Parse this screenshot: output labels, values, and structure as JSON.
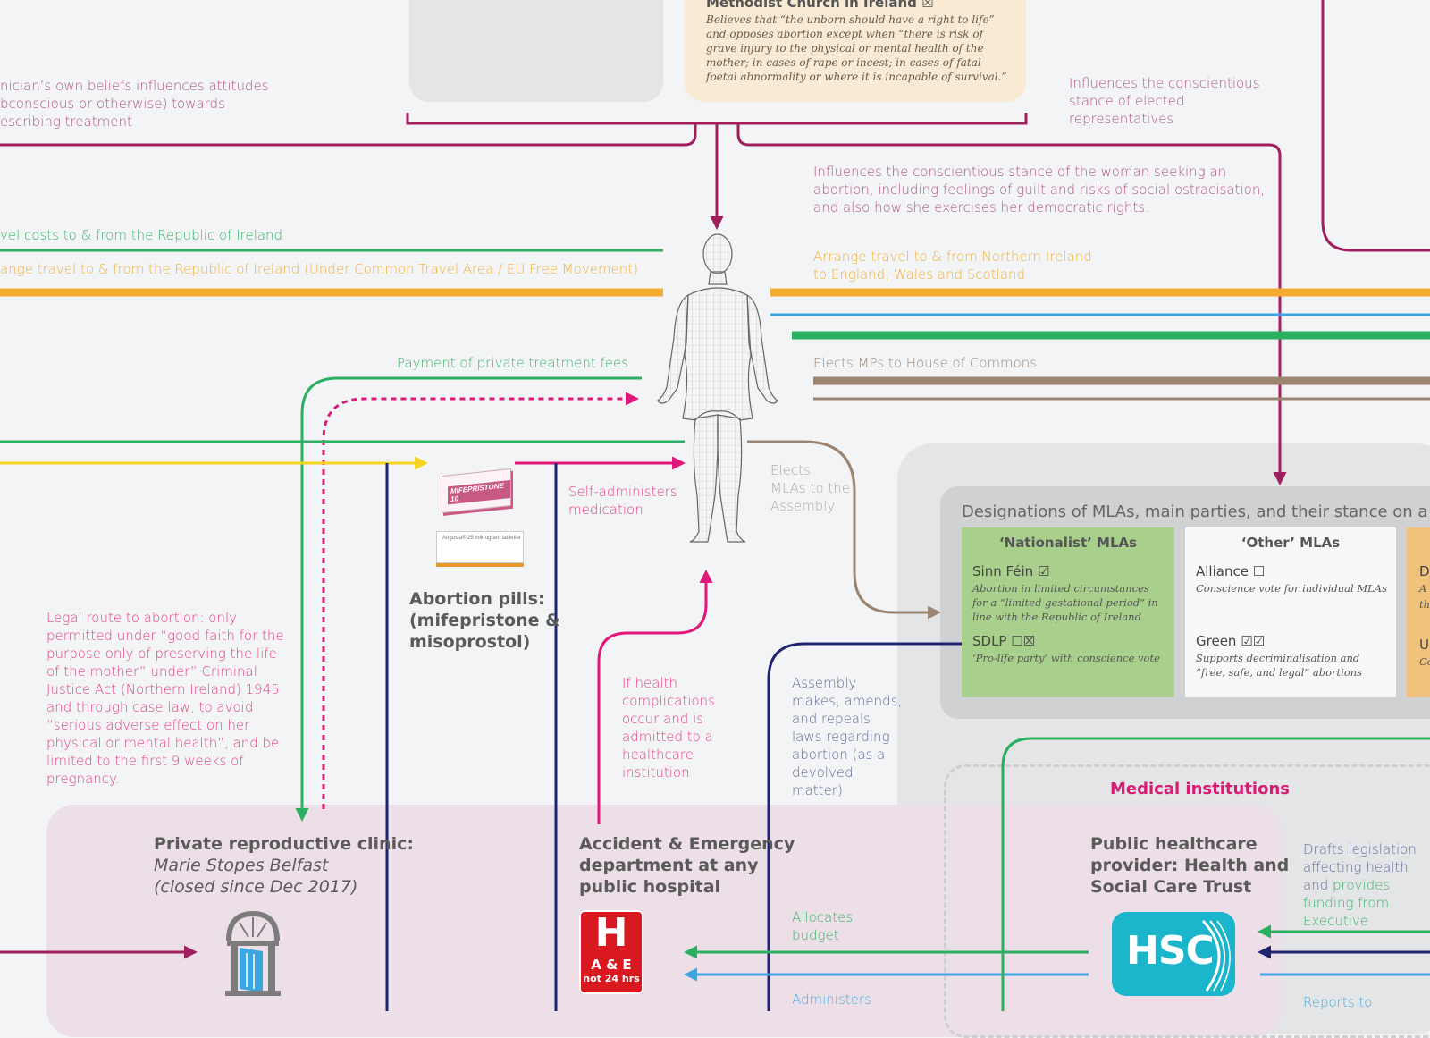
{
  "church": {
    "name": "Methodist Church in Ireland ☒",
    "quote": "Believes that “the unborn should have a right to life” and opposes abortion except when “there is risk of grave injury to the physical or mental health of the mother; in cases of rape or incest; in cases of fatal foetal abnormality or where it is incapable of survival.”"
  },
  "labels": {
    "clinician": "nician’s own beliefs influences attitudes\nbconscious or otherwise) towards\nescribing treatment",
    "elected_reps": "Influences the conscientious\nstance of elected\nrepresentatives",
    "woman_stance": "Influences the conscientious stance of the woman seeking an\nabortion, including feelings of guilt and risks of social ostracisation,\nand also how she exercises her democratic rights.",
    "travel_costs_roi": "vel costs to & from the Republic of Ireland",
    "arrange_roi": "ange travel to & from the Republic of Ireland (Under Common Travel Area / EU Free Movement)",
    "arrange_ni": "Arrange travel to & from Northern Ireland\nto England, Wales and Scotland",
    "payment": "Payment of private treatment fees",
    "elects_mps": "Elects MPs to House of Commons",
    "elects_mlas": "Elects\nMLAs to the\nAssembly",
    "self_admin": "Self-administers\nmedication",
    "legal_route": "Legal route to abortion: only\npermitted under “good faith for the\npurpose only of preserving the life\nof the mother” under” Criminal\nJustice Act (Northern Ireland) 1945\nand through case law, to avoid\n“serious adverse effect on her\nphysical or mental health”, and be\nlimited to the first 9 weeks of\npregnancy.",
    "health_comp": "If health\ncomplications\noccur and is\nadmitted to a\nhealthcare\ninstitution",
    "assembly": "Assembly\nmakes, amends,\nand repeals\nlaws regarding\nabortion (as a\ndevolved\nmatter)",
    "allocates": "Allocates\nbudget",
    "administers": "Administers",
    "drafts_a": "Drafts legislation\naffecting health\nand ",
    "drafts_b": "provides\nfunding from\nExecutive",
    "reports": "Reports to"
  },
  "pills": {
    "title": "Abortion pills:\n(mifepristone &\nmisoprostol)",
    "box1": "MIFEPRISTONE 10",
    "box2": "Angusta® 25 mikrogram tabletter"
  },
  "mla_panel": {
    "title": "Designations of MLAs, main parties, and their stance on a",
    "nationalist": {
      "head": "‘Nationalist’ MLAs",
      "p1_name": "Sinn Féin ☑",
      "p1_desc": "Abortion in limited circumstances for a “limited gestational period” in line with the Republic of Ireland",
      "p2_name": "SDLP ☐☒",
      "p2_desc": "‘Pro-life party’ with conscience vote"
    },
    "other": {
      "head": "‘Other’ MLAs",
      "p1_name": "Alliance ☐",
      "p1_desc": "Conscience vote for individual MLAs",
      "p2_name": "Green ☑☑",
      "p2_desc": "Supports decriminalisation and “free, safe, and legal” abortions"
    },
    "unionist_partial": {
      "a": "D",
      "b": "A",
      "c": "th",
      "d": "U",
      "e": "Co"
    }
  },
  "institutions": {
    "heading": "Medical institutions",
    "clinic_title": "Private reproductive clinic:",
    "clinic_name": "Marie Stopes Belfast",
    "clinic_note": "(closed since Dec 2017)",
    "ae_title": "Accident & Emergency\ndepartment at any\npublic hospital",
    "ae_sign_letter": "H",
    "ae_sign_a": "A & E",
    "ae_sign_b": "not 24 hrs",
    "hsc_title": "Public healthcare\nprovider: Health and\nSocial Care Trust",
    "hsc_logo": "HSC"
  },
  "colors": {
    "magenta": "#a01f5e",
    "green": "#2ab060",
    "orange": "#f5ab2f",
    "pink": "#e0187a",
    "yellow": "#f6d31f",
    "navy": "#1f2471",
    "blue": "#3ba6df",
    "brown": "#9b8470",
    "nationalist": "#a8cf8c",
    "other": "#f7f8f9",
    "unionist": "#f0c27c",
    "hsc": "#1bb5cc",
    "ae_red": "#d9181f"
  }
}
